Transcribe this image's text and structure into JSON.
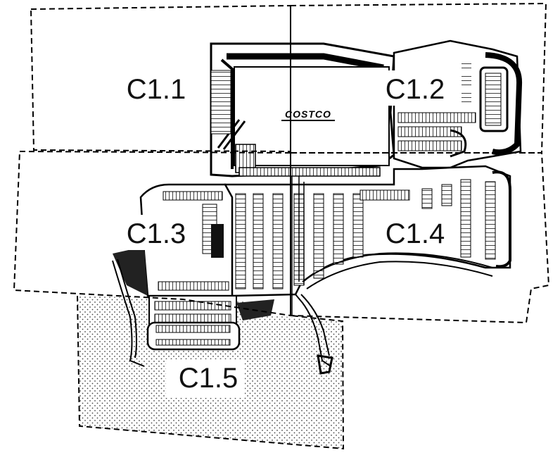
{
  "sheets": [
    {
      "id": "C1.1",
      "label": "C1.1"
    },
    {
      "id": "C1.2",
      "label": "C1.2"
    },
    {
      "id": "C1.3",
      "label": "C1.3"
    },
    {
      "id": "C1.4",
      "label": "C1.4"
    },
    {
      "id": "C1.5",
      "label": "C1.5"
    }
  ],
  "building": {
    "logo_text": "COSTCO"
  },
  "colors": {
    "line": "#000000",
    "background": "#ffffff",
    "hatch": "#222222"
  }
}
